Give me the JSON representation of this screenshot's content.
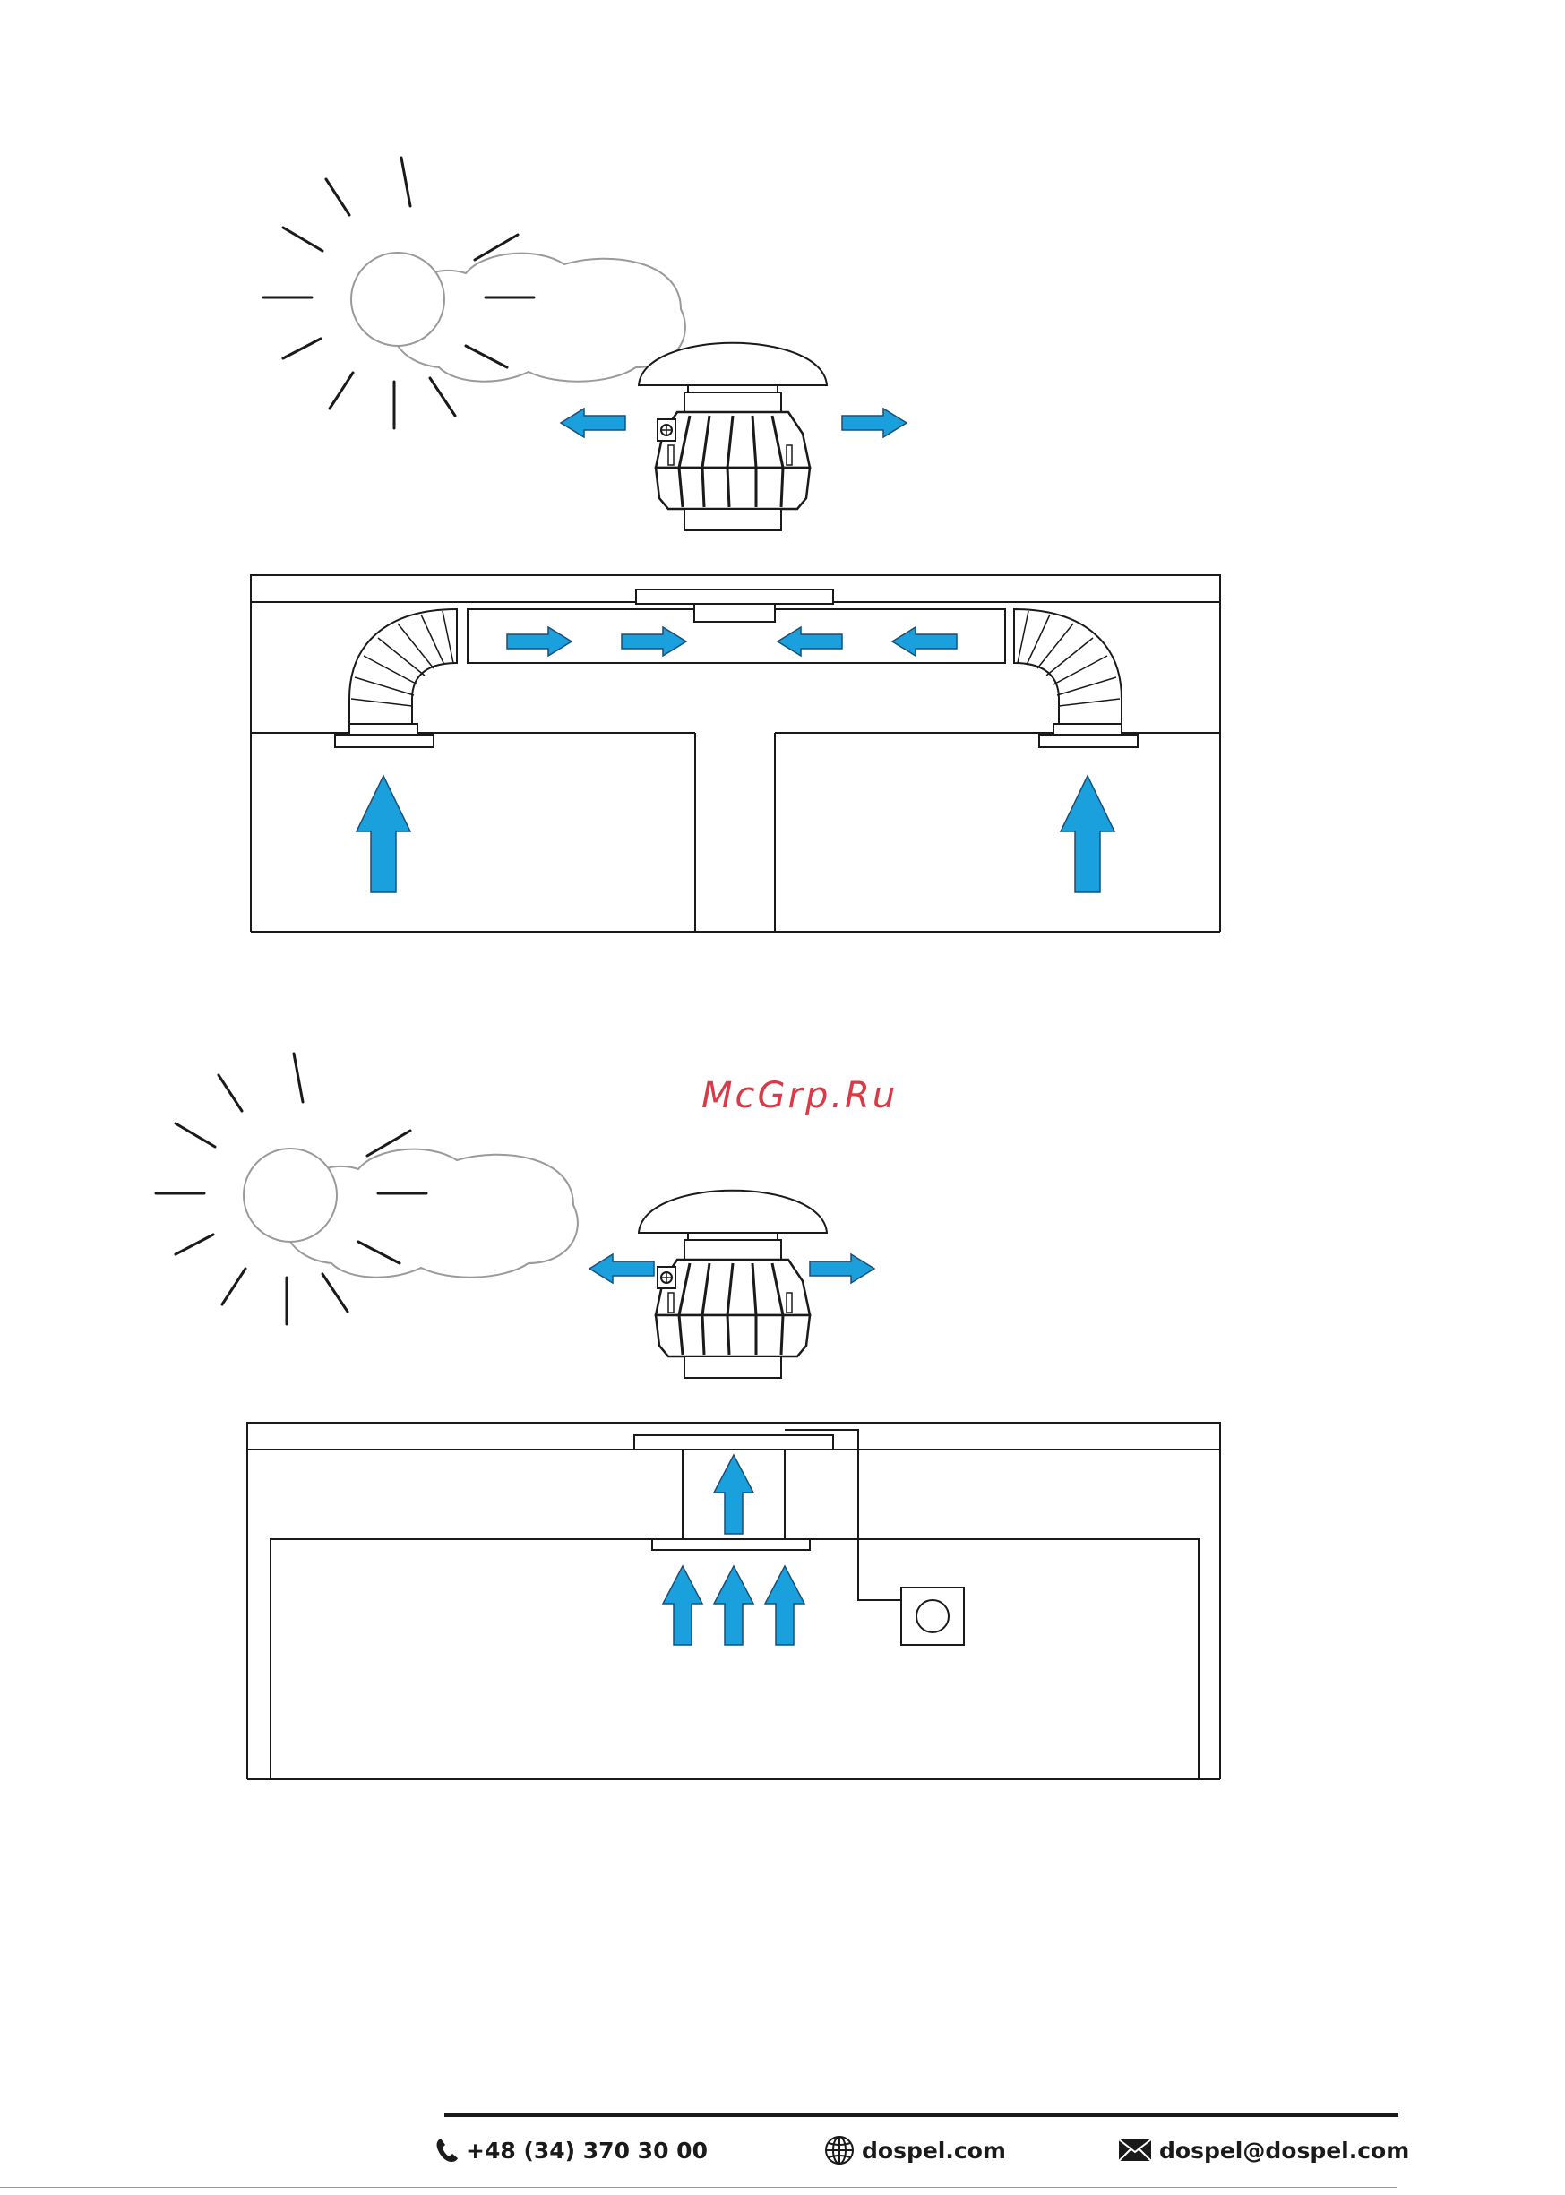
{
  "watermark": "McGrp.Ru",
  "footer": {
    "phone": "+48 (34) 370 30 00",
    "website": "dospel.com",
    "email": "dospel@dospel.com",
    "phone_icon": "phone-icon",
    "website_icon": "globe-icon",
    "email_icon": "envelope-icon"
  },
  "colors": {
    "arrow": "#1aa0dc",
    "arrow_outline": "#1a4f78",
    "line": "#1a1a1a",
    "cloud": "#9a9a9a",
    "watermark": "#d93a48"
  },
  "diagrams": [
    {
      "id": "top",
      "description_icons": [
        "sun-icon",
        "cloud-icon",
        "roof-fan-icon"
      ],
      "rooms": 2
    },
    {
      "id": "bottom",
      "description_icons": [
        "sun-icon",
        "cloud-icon",
        "roof-fan-icon",
        "controller-icon"
      ],
      "rooms": 1
    }
  ]
}
